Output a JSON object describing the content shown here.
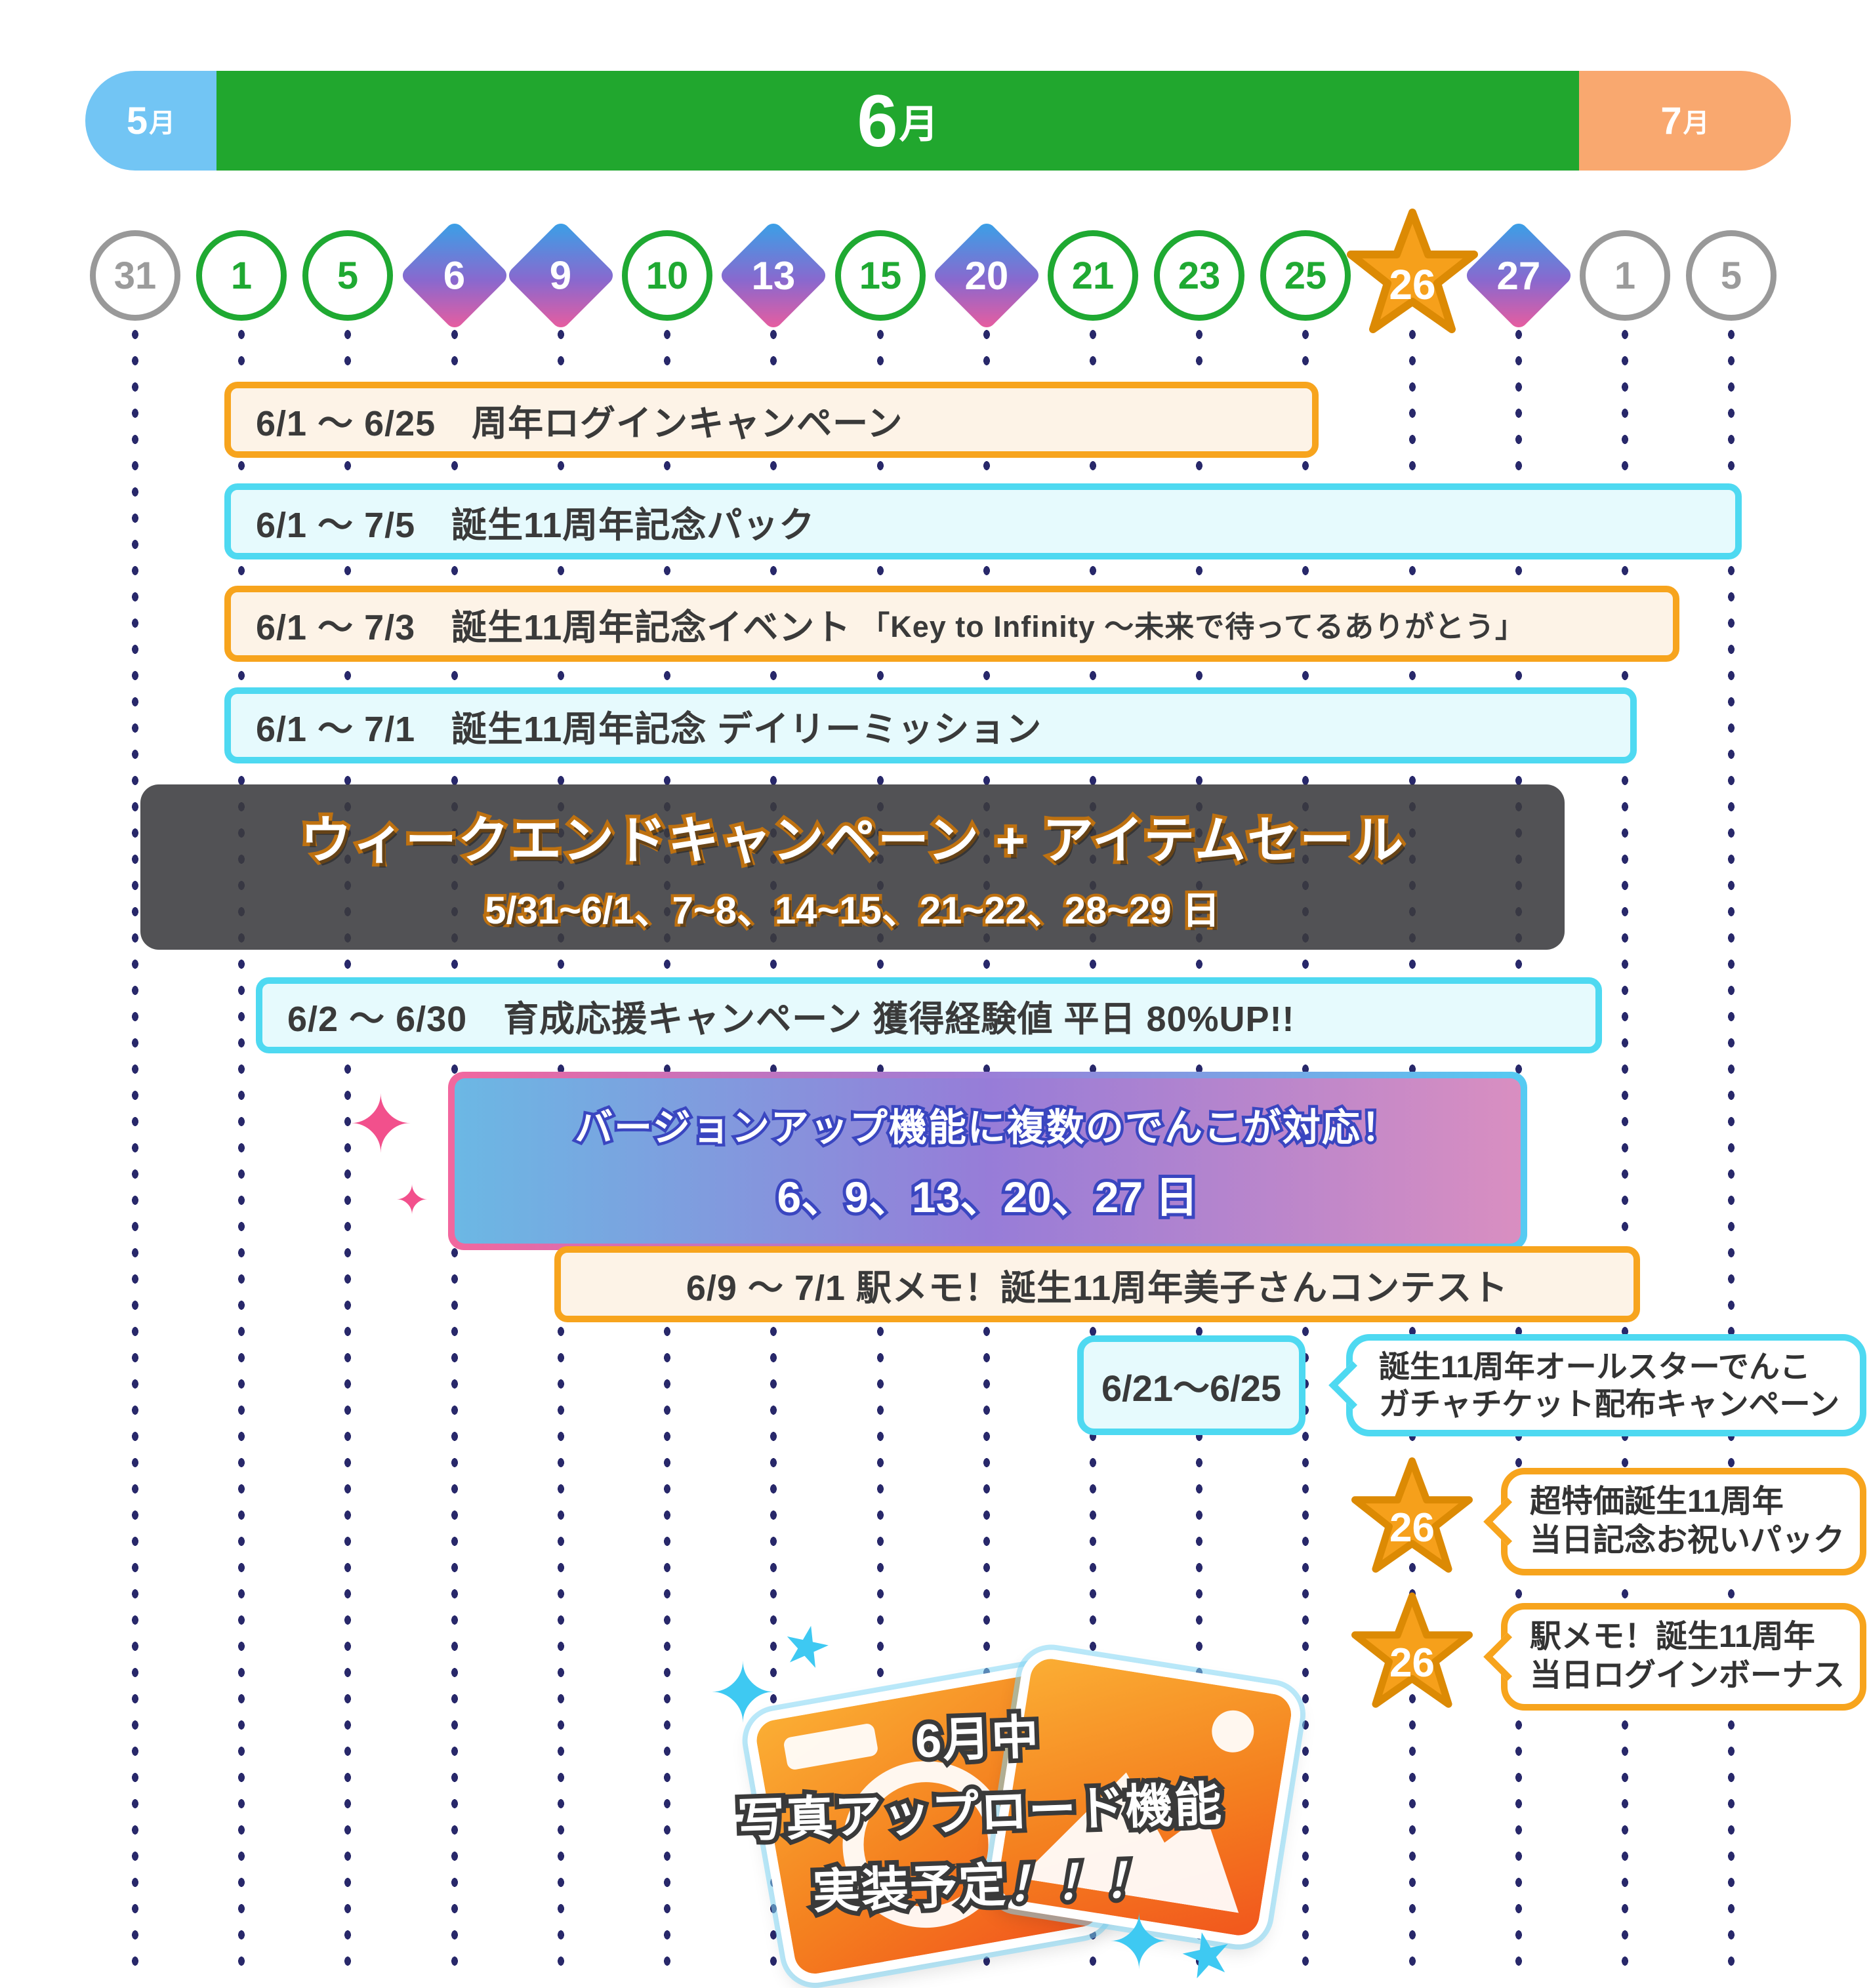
{
  "colors": {
    "may_blue": "#72C5F4",
    "june_green": "#21A72E",
    "july_orange": "#F9A86F",
    "bar_orange_border": "#F7A41D",
    "bar_orange_bg": "#FDF3E7",
    "bar_cyan_border": "#4ED9F1",
    "bar_cyan_bg": "#E6FAFD",
    "dot_navy": "#28286A",
    "diamond_gradient": [
      "#36A3E8",
      "#8A68CE",
      "#EE5C9C"
    ],
    "star_orange": "#F6A01B",
    "dark_bar": "#3A3A3D",
    "sparkle_pink": "#F2508C",
    "sparkle_cyan": "#3EC9F2"
  },
  "chart_data": {
    "type": "table",
    "months": [
      {
        "num": "5",
        "unit": "月"
      },
      {
        "num": "6",
        "unit": "月"
      },
      {
        "num": "7",
        "unit": "月"
      }
    ],
    "day_markers": [
      {
        "label": "31",
        "shape": "gray-circle",
        "month": "5月"
      },
      {
        "label": "1",
        "shape": "green-circle",
        "month": "6月"
      },
      {
        "label": "5",
        "shape": "green-circle",
        "month": "6月"
      },
      {
        "label": "6",
        "shape": "diamond",
        "month": "6月"
      },
      {
        "label": "9",
        "shape": "diamond",
        "month": "6月"
      },
      {
        "label": "10",
        "shape": "green-circle",
        "month": "6月"
      },
      {
        "label": "13",
        "shape": "diamond",
        "month": "6月"
      },
      {
        "label": "15",
        "shape": "green-circle",
        "month": "6月"
      },
      {
        "label": "20",
        "shape": "diamond",
        "month": "6月"
      },
      {
        "label": "21",
        "shape": "green-circle",
        "month": "6月"
      },
      {
        "label": "23",
        "shape": "green-circle",
        "month": "6月"
      },
      {
        "label": "25",
        "shape": "green-circle",
        "month": "6月"
      },
      {
        "label": "26",
        "shape": "star",
        "month": "6月"
      },
      {
        "label": "27",
        "shape": "diamond",
        "month": "6月"
      },
      {
        "label": "1",
        "shape": "gray-circle",
        "month": "7月"
      },
      {
        "label": "5",
        "shape": "gray-circle",
        "month": "7月"
      }
    ],
    "events": [
      {
        "label": "6/1 ～ 6/25　周年ログインキャンペーン",
        "start": "6/1",
        "end": "6/25",
        "style": "orange"
      },
      {
        "label": "6/1 ～ 7/5　誕生11周年記念パック",
        "start": "6/1",
        "end": "7/5",
        "style": "cyan"
      },
      {
        "label": "6/1 ～ 7/3　誕生11周年記念イベント",
        "quote": "「Key to Infinity ～未来で待ってるありがとう」",
        "start": "6/1",
        "end": "7/3",
        "style": "orange"
      },
      {
        "label": "6/1 ～ 7/1　誕生11周年記念 デイリーミッション",
        "start": "6/1",
        "end": "7/1",
        "style": "cyan"
      },
      {
        "title": "ウィークエンドキャンペーン + アイテムセール",
        "dates": "5/31~6/1、7~8、14~15、21~22、28~29 日",
        "style": "dark"
      },
      {
        "label": "6/2 ～ 6/30　育成応援キャンペーン 獲得経験値 平日 80%UP!!",
        "start": "6/2",
        "end": "6/30",
        "style": "cyan"
      },
      {
        "line1": "バージョンアップ機能に複数のでんこが対応！",
        "line2": "6、9、13、20、27 日",
        "style": "gradient"
      },
      {
        "label": "6/9 ～ 7/1 駅メモ！誕生11周年美子さんコンテスト",
        "start": "6/9",
        "end": "7/1",
        "style": "orange"
      },
      {
        "range": "6/21～6/25",
        "line1": "誕生11周年オールスターでんこ",
        "line2": "ガチャチケット配布キャンペーン",
        "style": "cyan-callout"
      },
      {
        "day": "26",
        "line1": "超特価誕生11周年",
        "line2": "当日記念お祝いパック",
        "style": "star-callout"
      },
      {
        "day": "26",
        "line1": "駅メモ！誕生11周年",
        "line2": "当日ログインボーナス",
        "style": "star-callout"
      }
    ]
  },
  "badge": {
    "line1": "6月中",
    "line2": "写真アップロード機能",
    "line3": "実装予定",
    "line3_mark": "！！！"
  }
}
